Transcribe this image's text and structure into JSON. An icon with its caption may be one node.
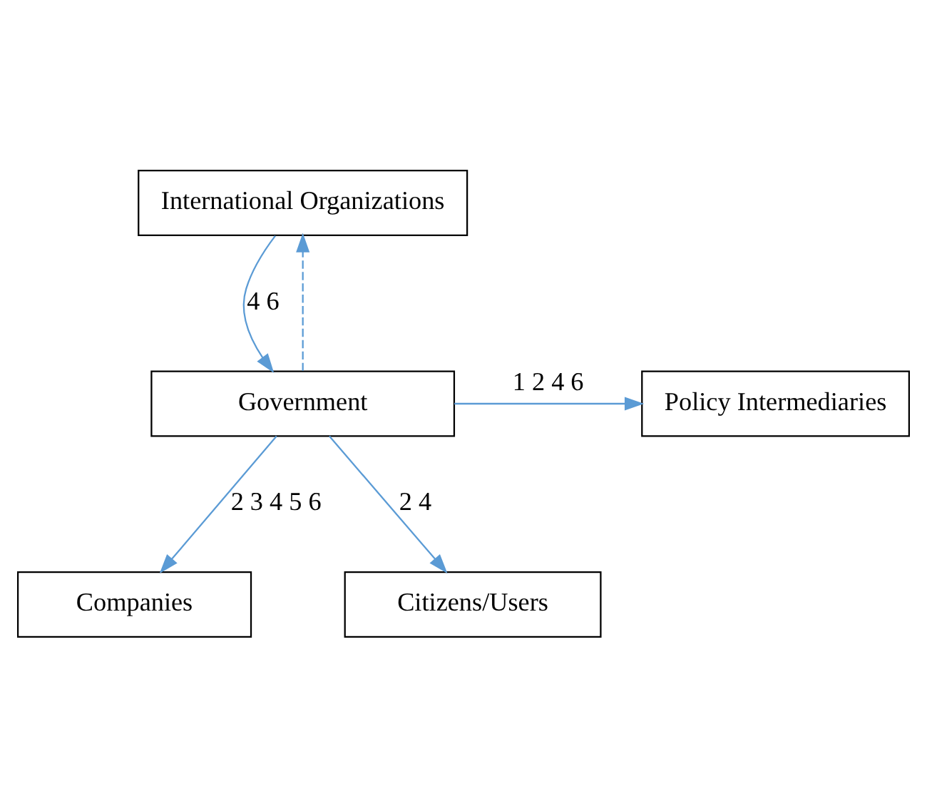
{
  "diagram": {
    "nodes": [
      {
        "text": [
          "International Organizations"
        ]
      },
      {
        "text": [
          "Government"
        ]
      },
      {
        "text": [
          "Policy Intermediaries"
        ]
      },
      {
        "text": [
          "Companies"
        ]
      },
      {
        "text": [
          "Citizens/Users"
        ]
      }
    ],
    "edges": [
      {
        "from": 1,
        "to": 0,
        "arrow": "to",
        "style": "dashed"
      },
      {
        "from": 0,
        "to": 1,
        "arrow": "to",
        "label": "4 6"
      },
      {
        "from": 1,
        "to": 2,
        "arrow": "to",
        "label": "1 2 4 6"
      },
      {
        "from": 1,
        "to": 3,
        "arrow": "to",
        "label": "2 3 4 5 6"
      },
      {
        "from": 1,
        "to": 4,
        "arrow": "to",
        "label": "2 4"
      }
    ]
  }
}
